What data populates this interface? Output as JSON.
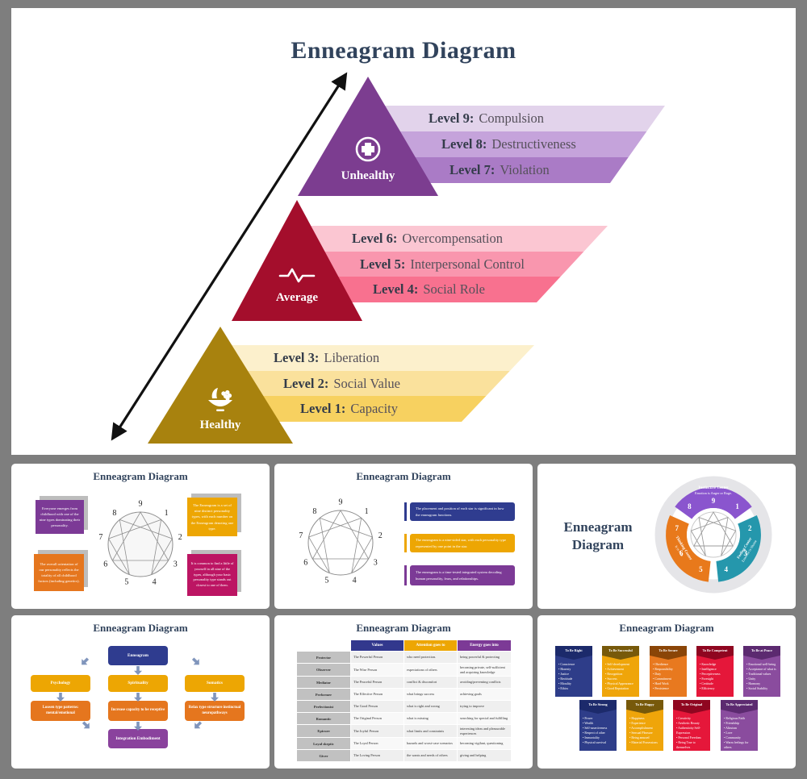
{
  "palette": {
    "page_bg": "#7E7E7E",
    "title_navy": "#31435C",
    "purple_triangle": "#7C3D90",
    "purple_bars": [
      "#E2D3EB",
      "#C5A3DB",
      "#AA7BC6"
    ],
    "crimson_triangle": "#A40E2C",
    "pink_bars": [
      "#FBC6D2",
      "#F996AE",
      "#F8718F"
    ],
    "gold_triangle": "#A8820E",
    "gold_bars": [
      "#FCF0CC",
      "#FAE19C",
      "#F7D160"
    ],
    "navy": "#2F3C8F",
    "gold": "#EDA603",
    "orange": "#E5761E",
    "purple": "#7C3A96",
    "magenta": "#BC1563",
    "teal": "#2597AC",
    "red": "#E5173A",
    "violet_donut": "#8A55CE",
    "flow_arrow": "#8095BC"
  },
  "main": {
    "title": "Enneagram Diagram",
    "groups": [
      {
        "label": "Unhealthy",
        "icon": "medical-cross-icon",
        "levels": [
          {
            "k": "Level 9:",
            "v": "Compulsion"
          },
          {
            "k": "Level 8:",
            "v": "Destructiveness"
          },
          {
            "k": "Level 7:",
            "v": "Violation"
          }
        ]
      },
      {
        "label": "Average",
        "icon": "heartbeat-icon",
        "levels": [
          {
            "k": "Level 6:",
            "v": "Overcompensation"
          },
          {
            "k": "Level 5:",
            "v": "Interpersonal Control"
          },
          {
            "k": "Level 4:",
            "v": "Social Role"
          }
        ]
      },
      {
        "label": "Healthy",
        "icon": "fruit-bowl-icon",
        "levels": [
          {
            "k": "Level 3:",
            "v": "Liberation"
          },
          {
            "k": "Level 2:",
            "v": "Social Value"
          },
          {
            "k": "Level 1:",
            "v": "Capacity"
          }
        ]
      }
    ]
  },
  "nums": [
    "9",
    "1",
    "2",
    "3",
    "4",
    "5",
    "6",
    "7",
    "8"
  ],
  "t1": {
    "title": "Enneagram Diagram",
    "boxes": [
      {
        "text": "Everyone emerges from childhood with one of the nine types dominating their personality."
      },
      {
        "text": "The Enneagram is a set of nine distinct personality types, with each number on the Enneagram denoting one type."
      },
      {
        "text": "The overall orientation of our personality reflects the totality of all childhood factors (including genetics)."
      },
      {
        "text": "It is common to find a little of yourself in all nine of the types, although your basic personality type stands out closest to one of them."
      }
    ]
  },
  "t2": {
    "title": "Enneagram Diagram",
    "bars": [
      {
        "text": "The placement and position of each star is significant in how the enneagram functions."
      },
      {
        "text": "The enneagram is a nine-sided star, with each personality type represented by one point in the star."
      },
      {
        "text": "The enneagram is a time-tested integrated system decoding human personality, fears, and relationships."
      }
    ]
  },
  "t3": {
    "title_line1": "Enneagram",
    "title_line2": "Diagram",
    "segments": [
      {
        "name": "Instinctive Center",
        "desc": "Emotion is Anger or Rage."
      },
      {
        "name": "Feeling Center",
        "desc": "Emotion is Shame"
      },
      {
        "name": "Thinking Center",
        "desc": "It is Fear"
      }
    ]
  },
  "t4": {
    "title": "Enneagram Diagram",
    "root": "Enneagram",
    "cols": [
      {
        "top": "Psychology",
        "bottom": "Loosen type patterns: mental/emotional"
      },
      {
        "top": "Spirituality",
        "bottom": "Increase capacity to be receptive"
      },
      {
        "top": "Somatics",
        "bottom": "Relax type structure instinctual neuropathways"
      }
    ],
    "result": "Integration Embodiment"
  },
  "t5": {
    "title": "Enneagram Diagram",
    "headers": [
      "Values",
      "Attention goes to",
      "Energy goes into"
    ],
    "rows": [
      {
        "label": "Protector",
        "cells": [
          "The Powerful Person",
          "who need protection.",
          "being powerful & protecting"
        ]
      },
      {
        "label": "Observer",
        "cells": [
          "The Wise Person",
          "expectations of others",
          "becoming private, self-sufficient and acquiring knowledge"
        ]
      },
      {
        "label": "Mediator",
        "cells": [
          "The Peaceful Person",
          "conflict & discomfort",
          "avoiding/preventing conflicts"
        ]
      },
      {
        "label": "Performer",
        "cells": [
          "The Effective Person",
          "what brings success",
          "achieving goals"
        ]
      },
      {
        "label": "Perfectionist",
        "cells": [
          "The Good Person",
          "what is right and wrong",
          "trying to improve"
        ]
      },
      {
        "label": "Romantic",
        "cells": [
          "The Original Person",
          "what is missing",
          "searching for special and fulfilling"
        ]
      },
      {
        "label": "Epicure",
        "cells": [
          "The Joyful Person",
          "what limits and constraints",
          "interesting ideas and pleasurable experiences"
        ]
      },
      {
        "label": "Loyal skeptic",
        "cells": [
          "The Loyal Person",
          "hazards and worst-case scenarios",
          "becoming vigilant, questioning"
        ]
      },
      {
        "label": "Giver",
        "cells": [
          "The Loving Person",
          "the wants and needs of others",
          "giving and helping"
        ]
      }
    ]
  },
  "t6": {
    "title": "Enneagram Diagram",
    "cards": [
      {
        "title": "To Be Right",
        "items": [
          "Conscience",
          "Honesty",
          "Justice",
          "Rectitude",
          "Morality",
          "Ethics"
        ]
      },
      {
        "title": "To Be Successful",
        "items": [
          "Self-development",
          "Achievement",
          "Recognition",
          "Success",
          "Physical Appearance",
          "Good Reputation"
        ]
      },
      {
        "title": "To Be Secure",
        "items": [
          "Obedience",
          "Responsibility",
          "Duty",
          "Commitment",
          "Hard Work",
          "Persistence"
        ]
      },
      {
        "title": "To Be Competent",
        "items": [
          "Knowledge",
          "Intelligence",
          "Perceptiveness",
          "Foresight",
          "Certitude",
          "Efficiency"
        ]
      },
      {
        "title": "To Be at Peace",
        "items": [
          "Emotional well-being",
          "Acceptance of what is",
          "Traditional values",
          "Unity",
          "Harmony",
          "Social Stability"
        ]
      },
      {
        "title": "To Be Strong",
        "items": [
          "Power",
          "Wealth",
          "Self-assertiveness",
          "Respect of other",
          "Immortality",
          "Physical survival"
        ]
      },
      {
        "title": "To Be Happy",
        "items": [
          "Happiness",
          "Experience",
          "Accomplishment",
          "Sensual Pleasure",
          "Being amused",
          "Material Possessions"
        ]
      },
      {
        "title": "To Be Original",
        "items": [
          "Creativity",
          "Aesthetic Beauty",
          "Authenticity Self-Expression",
          "Personal Freedom",
          "Being True to themselves"
        ]
      },
      {
        "title": "To Be Appreciated",
        "items": [
          "Religious Faith",
          "Friendship",
          "Altruism",
          "Love",
          "Community",
          "Warm feelings for others"
        ]
      }
    ]
  }
}
